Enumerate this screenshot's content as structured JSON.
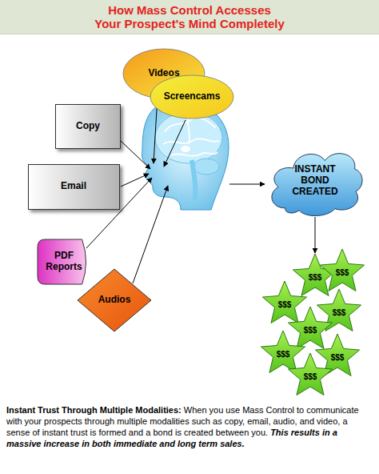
{
  "diagram": {
    "title": "How Mass Control Accesses Your Prospect's Mind Completely",
    "nodes": [
      {
        "text": [
          "Videos"
        ]
      },
      {
        "text": [
          "Screencams"
        ]
      },
      {
        "text": [
          "Copy"
        ]
      },
      {
        "text": [
          "Email"
        ]
      },
      {
        "text": [
          "PDF Reports"
        ]
      },
      {
        "text": [
          "Audios"
        ]
      },
      {
        "text": [
          "INSTANT BOND CREATED"
        ]
      },
      {
        "text": [
          "$$$"
        ]
      },
      {
        "text": [
          "$$$"
        ]
      },
      {
        "text": [
          "$$$"
        ]
      },
      {
        "text": [
          "$$$"
        ]
      },
      {
        "text": [
          "$$$"
        ]
      },
      {
        "text": [
          "$$$"
        ]
      },
      {
        "text": [
          "$$$"
        ]
      },
      {
        "text": [
          "$$$"
        ]
      }
    ],
    "edges": [
      {
        "from": 6,
        "to": 7,
        "arrow": "to"
      }
    ],
    "labels": [
      "Instant Trust Through Multiple Modalities:",
      "When you use Mass Control to communicate with your prospects through multiple modalities such as copy, email, audio, and video, a sense of instant trust is formed and a bond is created between you.",
      "This results in a massive increase in both immediate and long term sales."
    ]
  }
}
